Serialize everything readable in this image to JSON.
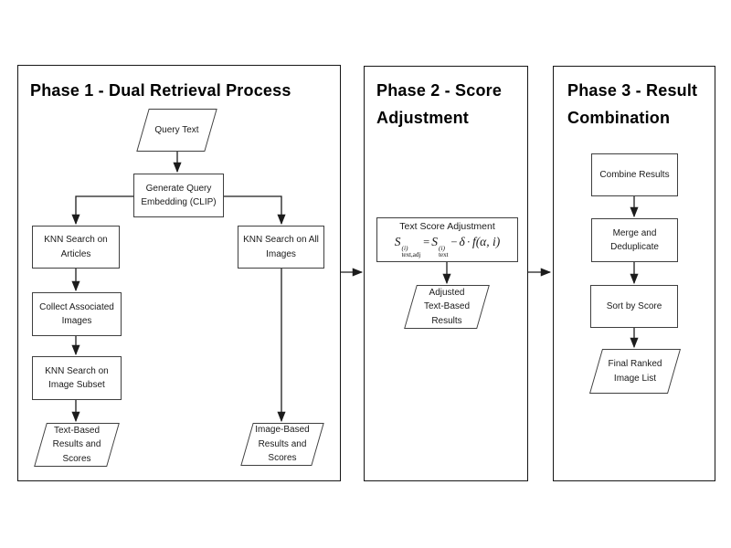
{
  "diagram": {
    "background": "#ffffff",
    "panel_border_color": "#161616",
    "node_border_color": "#3f3f3f",
    "arrow_color": "#1c1c1c"
  },
  "phase1": {
    "title": "Phase 1 - Dual Retrieval Process",
    "nodes": {
      "query_text": {
        "shape": "parallelogram",
        "label": "Query Text"
      },
      "generate_embedding": {
        "shape": "rect",
        "label": "Generate Query\nEmbedding (CLIP)"
      },
      "knn_articles": {
        "shape": "rect",
        "label": "KNN Search on\nArticles"
      },
      "knn_all_images": {
        "shape": "rect",
        "label": "KNN Search on All\nImages"
      },
      "collect_images": {
        "shape": "rect",
        "label": "Collect Associated\nImages"
      },
      "knn_image_subset": {
        "shape": "rect",
        "label": "KNN Search on\nImage Subset"
      },
      "text_results": {
        "shape": "parallelogram",
        "label": "Text-Based\nResults and\nScores"
      },
      "image_results": {
        "shape": "parallelogram",
        "label": "Image-Based\nResults and\nScores"
      }
    }
  },
  "phase2": {
    "title": "Phase 2 - Score\nAdjustment",
    "nodes": {
      "score_adjustment": {
        "shape": "rect",
        "title": "Text Score Adjustment",
        "formula": {
          "lhs_base": "S",
          "lhs_sup": "(i)",
          "lhs_sub": "text,adj",
          "equals": "=",
          "rhs_base": "S",
          "rhs_sup": "(i)",
          "rhs_sub": "text",
          "operator": "−",
          "delta": "δ",
          "dot": "·",
          "function": "f(α, i)"
        }
      },
      "adjusted_results": {
        "shape": "parallelogram",
        "label": "Adjusted\nText-Based\nResults"
      }
    }
  },
  "phase3": {
    "title": "Phase 3 - Result\nCombination",
    "nodes": {
      "combine_results": {
        "shape": "rect",
        "label": "Combine Results"
      },
      "merge_deduplicate": {
        "shape": "rect",
        "label": "Merge and\nDeduplicate"
      },
      "sort_by_score": {
        "shape": "rect",
        "label": "Sort by Score"
      },
      "final_ranked_list": {
        "shape": "parallelogram",
        "label": "Final Ranked\nImage List"
      }
    }
  }
}
